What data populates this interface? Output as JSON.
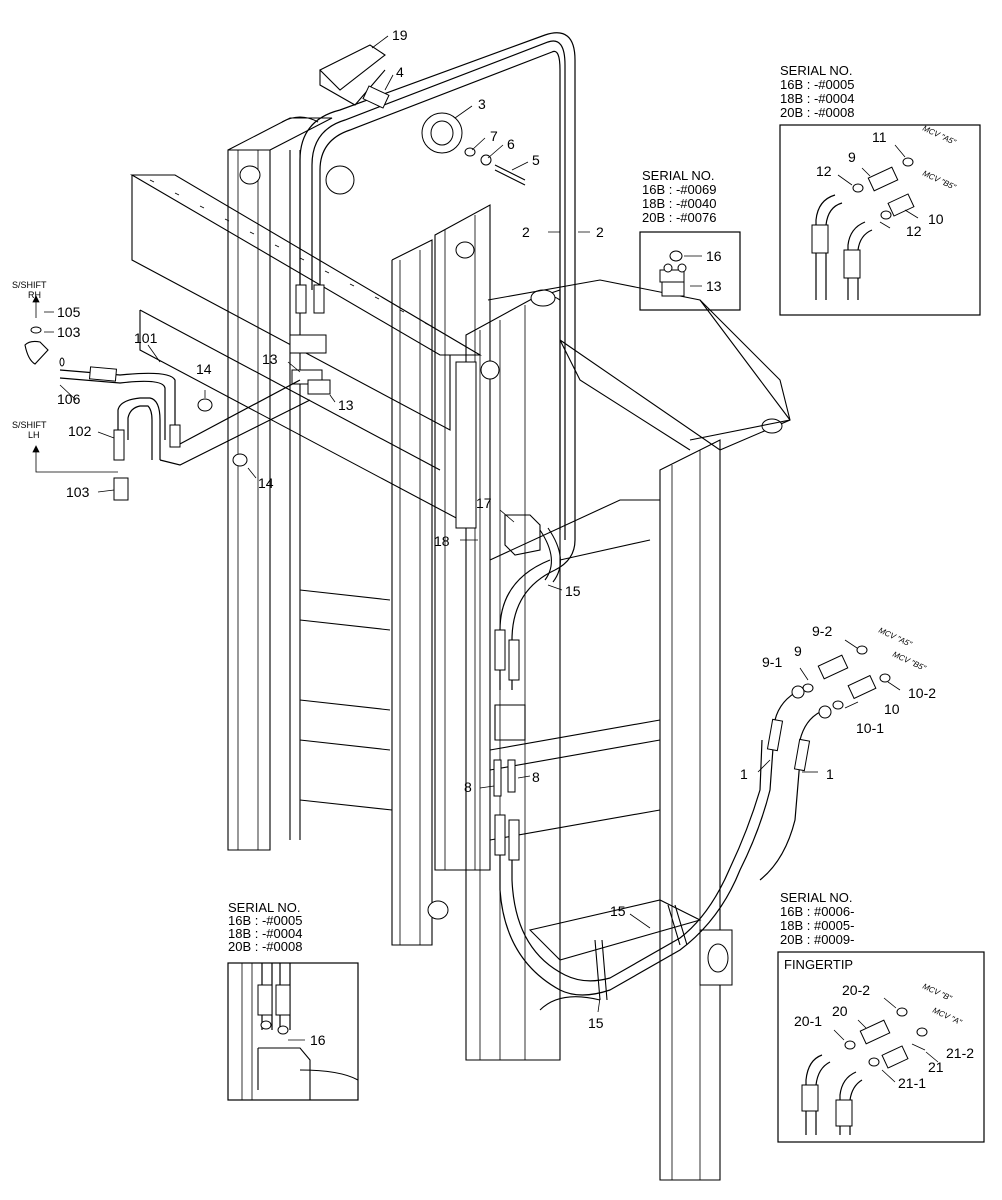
{
  "callouts": {
    "c19": "19",
    "c4": "4",
    "c3": "3",
    "c7": "7",
    "c6": "6",
    "c5": "5",
    "c2a": "2",
    "c2b": "2",
    "c105": "105",
    "c103a": "103",
    "c101": "101",
    "c106": "106",
    "c14a": "14",
    "c13a": "13",
    "c13b": "13",
    "c102": "102",
    "c14b": "14",
    "c103b": "103",
    "c17": "17",
    "c18": "18",
    "c15a": "15",
    "c8a": "8",
    "c8b": "8",
    "c1a": "1",
    "c1b": "1",
    "c15b": "15",
    "c15c": "15",
    "c92": "9-2",
    "c9b": "9",
    "c91": "9-1",
    "c102b": "10-2",
    "c10b": "10",
    "c101b": "10-1"
  },
  "side_shift": {
    "rh_line1": "S/SHIFT",
    "rh_line2": "RH",
    "lh_line1": "S/SHIFT",
    "lh_line2": "LH"
  },
  "inset_top_right": {
    "header": [
      "SERIAL NO.",
      "16B : -#0005",
      "18B : -#0004",
      "20B : -#0008"
    ],
    "callouts": {
      "c11": "11",
      "c9": "9",
      "c12a": "12",
      "c10": "10",
      "c12b": "12"
    },
    "mcv_a": "MCV \"A5\"",
    "mcv_b": "MCV \"B5\""
  },
  "inset_mid": {
    "header": [
      "SERIAL NO.",
      "16B : -#0069",
      "18B : -#0040",
      "20B : -#0076"
    ],
    "callouts": {
      "c16": "16",
      "c13": "13"
    }
  },
  "main_mcv": {
    "a": "MCV \"A5\"",
    "b": "MCV \"B5\""
  },
  "inset_bottom_left": {
    "header": [
      "SERIAL NO.",
      "16B : -#0005",
      "18B : -#0004",
      "20B : -#0008"
    ],
    "callouts": {
      "c16": "16"
    }
  },
  "inset_bottom_right": {
    "header": [
      "SERIAL NO.",
      "16B : #0006-",
      "18B : #0005-",
      "20B : #0009-"
    ],
    "title": "FINGERTIP",
    "callouts": {
      "c202": "20-2",
      "c20": "20",
      "c201": "20-1",
      "c21": "21",
      "c212": "21-2",
      "c211": "21-1"
    },
    "mcv_b": "MCV \"B\"",
    "mcv_a": "MCV \"A\""
  }
}
